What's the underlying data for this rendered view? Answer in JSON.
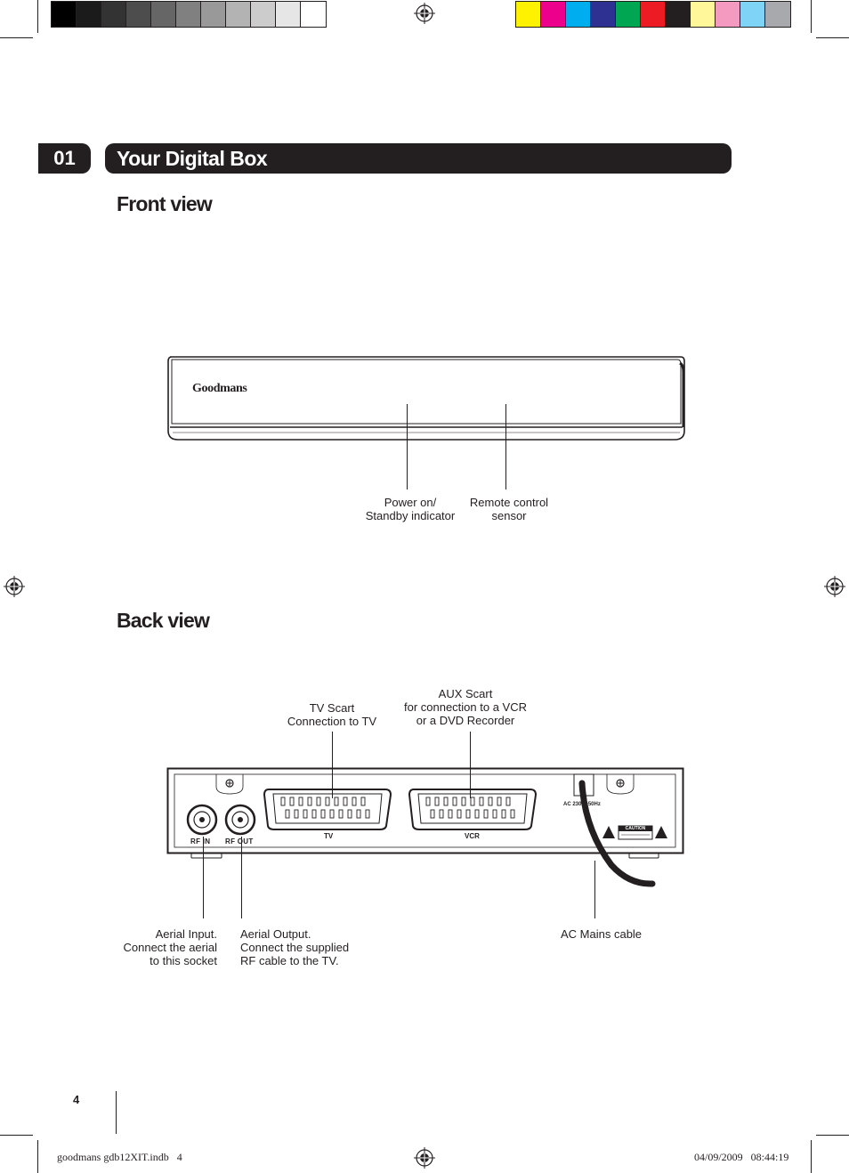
{
  "print_marks": {
    "grayscale_swatches": [
      "#000000",
      "#1b1b1b",
      "#333333",
      "#4d4d4d",
      "#666666",
      "#808080",
      "#999999",
      "#b3b3b3",
      "#cccccc",
      "#e6e6e6",
      "#ffffff"
    ],
    "color_swatches": [
      "#fff200",
      "#ec008c",
      "#00aeef",
      "#2e3192",
      "#00a651",
      "#ed1c24",
      "#231f20",
      "#fff799",
      "#f49ac1",
      "#7fd3f7",
      "#a7a9ac"
    ]
  },
  "chapter": {
    "number": "01",
    "title": "Your Digital Box"
  },
  "front_view": {
    "heading": "Front view",
    "brand_logo": "Goodmans",
    "labels": {
      "power_line1": "Power on/",
      "power_line2": "Standby indicator",
      "remote_line1": "Remote control",
      "remote_line2": "sensor"
    }
  },
  "back_view": {
    "heading": "Back view",
    "panel_text": {
      "rf_in": "RF IN",
      "rf_out": "RF OUT",
      "tv": "TV",
      "vcr": "VCR",
      "ac_rating": "AC 230V~50Hz",
      "caution": "CAUTION"
    },
    "labels": {
      "tv_scart_line1": "TV Scart",
      "tv_scart_line2": "Connection to TV",
      "aux_line1": "AUX Scart",
      "aux_line2": "for connection to a VCR",
      "aux_line3": "or a DVD Recorder",
      "aerial_in_line1": "Aerial Input.",
      "aerial_in_line2": "Connect the aerial",
      "aerial_in_line3": "to this socket",
      "aerial_out_line1": "Aerial Output.",
      "aerial_out_line2": "Connect the supplied",
      "aerial_out_line3": "RF cable to the TV.",
      "ac_mains": "AC Mains cable"
    }
  },
  "footer": {
    "page_number": "4",
    "file_name": "goodmans gdb12XIT.indb   4",
    "timestamp": "04/09/2009   08:44:19"
  }
}
